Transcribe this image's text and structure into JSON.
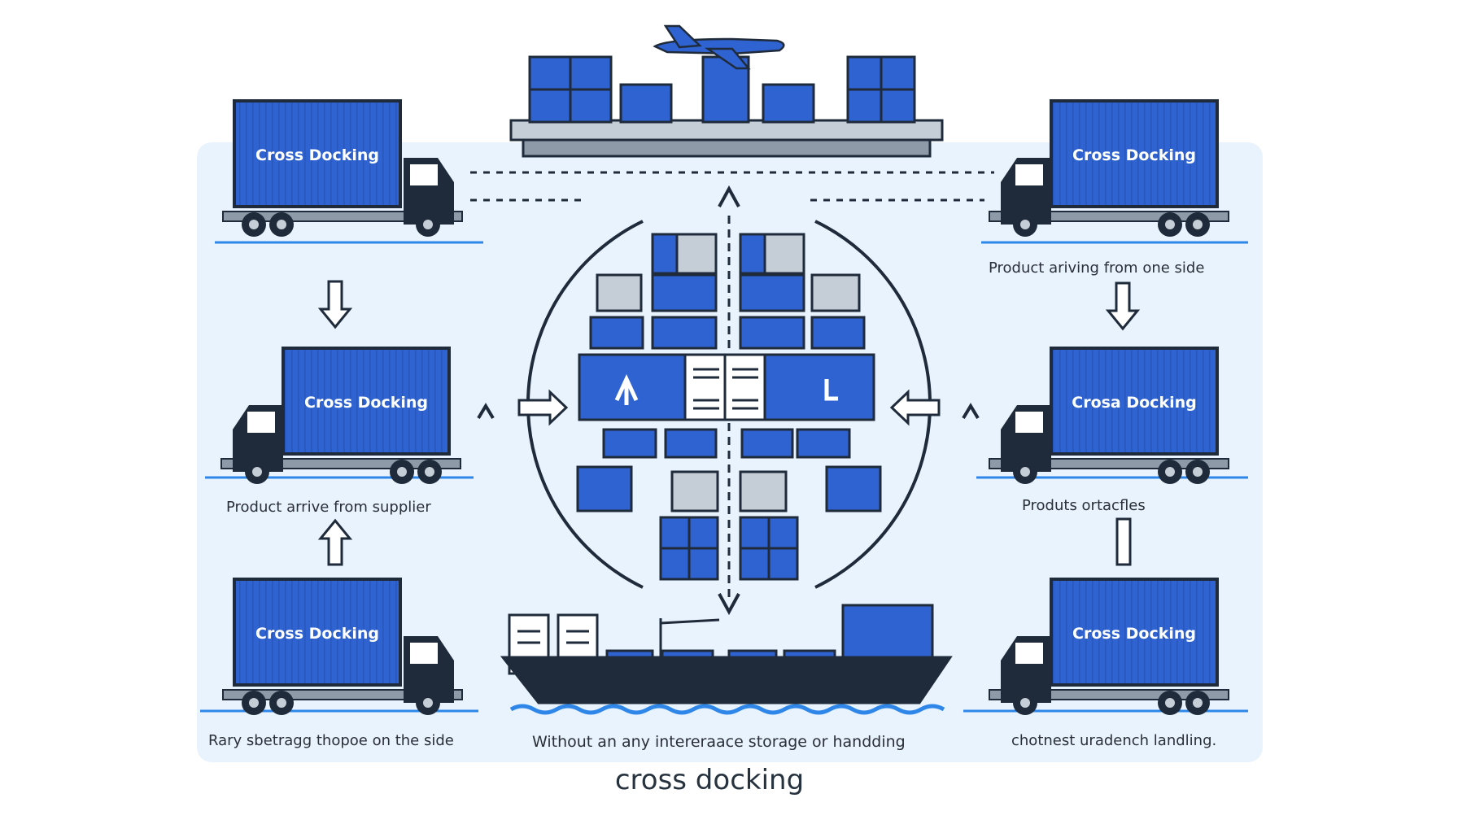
{
  "title": "cross docking",
  "trucks": [
    {
      "label": "Cross Docking"
    },
    {
      "label": "Cross Docking"
    },
    {
      "label": "Cross Docking"
    },
    {
      "label": "Cross Docking"
    },
    {
      "label": "Crosa Docking"
    },
    {
      "label": "Cross Docking"
    }
  ],
  "captions": {
    "left_middle": "Product arrive from supplier",
    "left_bottom": "Rary sbetragg thopoe  on the side",
    "right_top": "Product ariving from  one side",
    "right_middle": "Produts ortacfles",
    "right_bottom": "chotnest uradench landling.",
    "center_bottom": "Without an any intereraace  storage or handding"
  },
  "colors": {
    "primary_blue": "#2f63d1",
    "dark_outline": "#1f2b3a",
    "panel_bg": "#e8f3fd",
    "water": "#2e86e8"
  }
}
